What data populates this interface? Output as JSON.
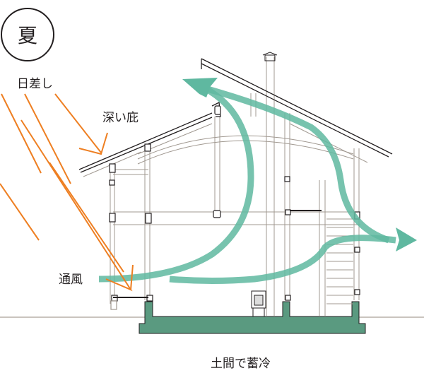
{
  "season": {
    "label": "夏"
  },
  "labels": {
    "sunlight": "日差し",
    "deep_eaves": "深い庇",
    "ventilation": "通風",
    "earth_floor": "土間で蓄冷"
  },
  "colors": {
    "sun_ray": "#ee7f22",
    "airflow": "#5fb8a0",
    "slab": "#5a9a80",
    "line": "#231f20",
    "thin_line": "#a09890",
    "ground": "#b8b0a8"
  },
  "icons": {
    "sun_ray_arrows": "arrow-down-right",
    "airflow_arrows": "curved-arrow",
    "stove": "wood-stove"
  }
}
